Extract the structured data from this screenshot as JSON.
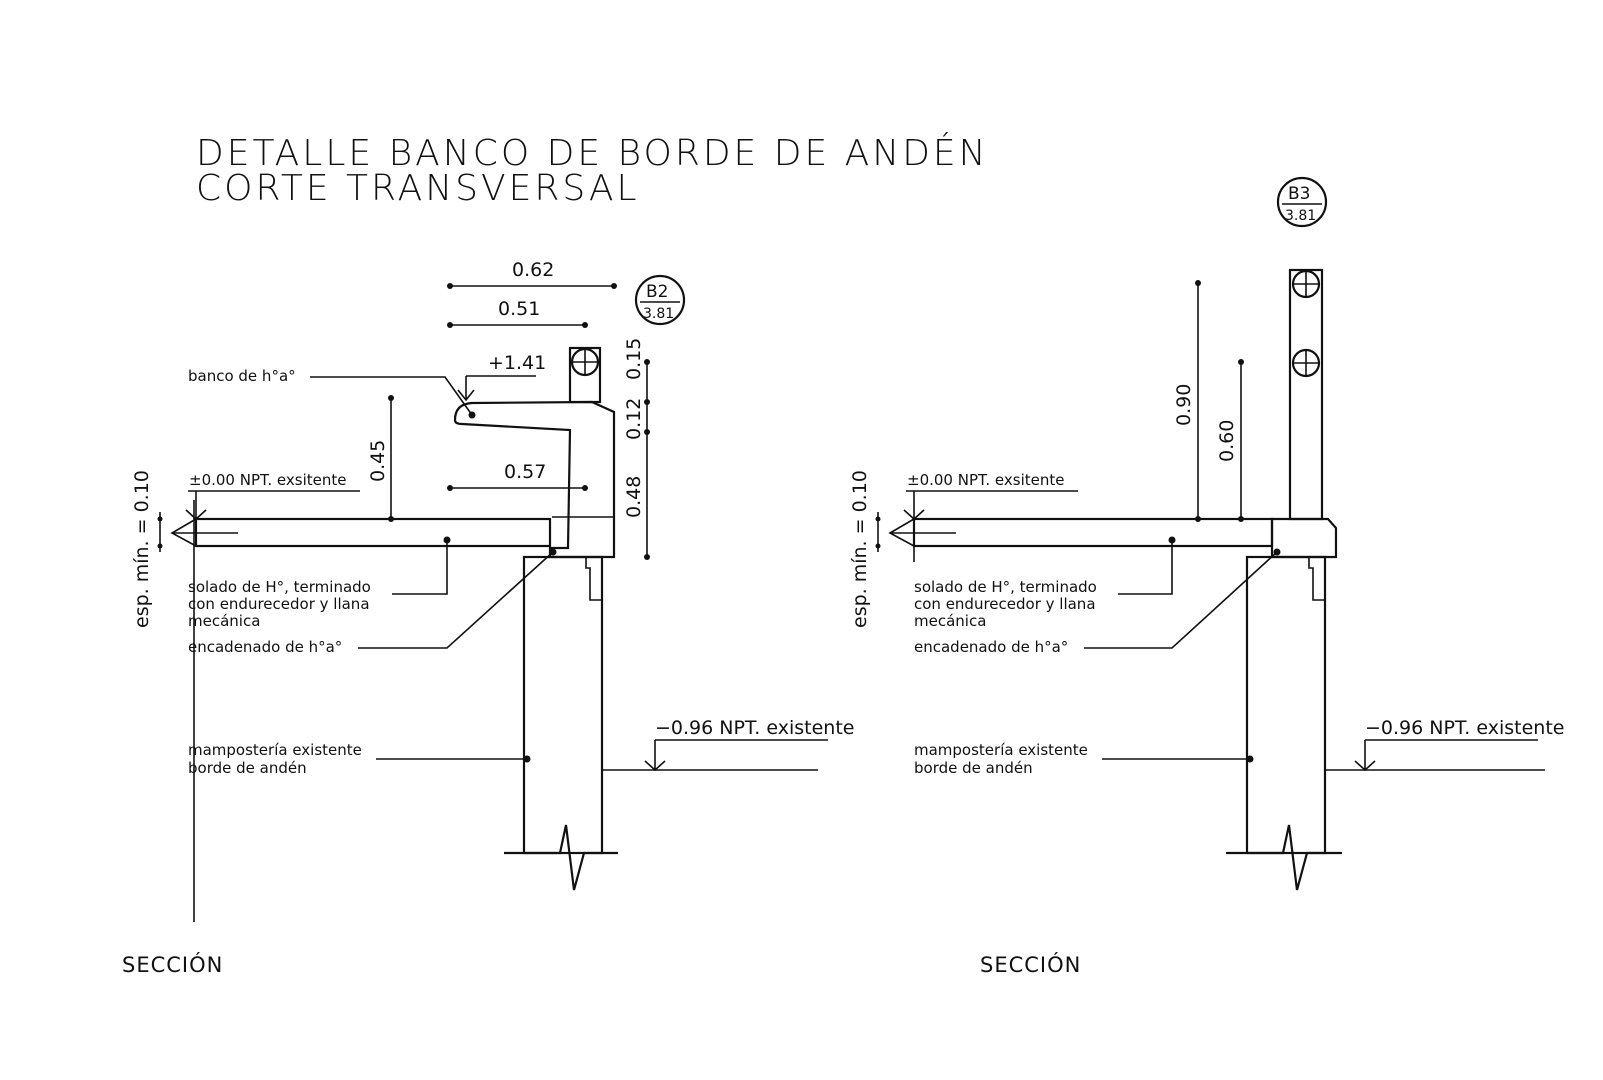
{
  "title": {
    "line1": "DETALLE BANCO DE BORDE DE ANDÉN",
    "line2": "CORTE TRANSVERSAL"
  },
  "left_section": {
    "ref_top": "B2",
    "ref_bottom": "3.81",
    "dim_062": "0.62",
    "dim_051": "0.51",
    "dim_057": "0.57",
    "dim_045": "0.45",
    "dim_015": "0.15",
    "dim_012": "0.12",
    "dim_048": "0.48",
    "level_top": "+1.41",
    "label_banco": "banco de h°a°",
    "level_zero": "±0.00 NPT. exsitente",
    "esp_min": "esp. mín. = 0.10",
    "label_solado_1": "solado de H°, terminado",
    "label_solado_2": "con endurecedor y llana",
    "label_solado_3": "mecánica",
    "label_encadenado": "encadenado de h°a°",
    "level_bottom": "−0.96 NPT. existente",
    "label_mamposteria_1": "mampostería existente",
    "label_mamposteria_2": "borde de andén",
    "caption": "SECCIÓN"
  },
  "right_section": {
    "ref_top": "B3",
    "ref_bottom": "3.81",
    "dim_090": "0.90",
    "dim_060": "0.60",
    "level_zero": "±0.00 NPT. exsitente",
    "esp_min": "esp. mín. = 0.10",
    "label_solado_1": "solado de H°, terminado",
    "label_solado_2": "con endurecedor y llana",
    "label_solado_3": "mecánica",
    "label_encadenado": "encadenado de h°a°",
    "level_bottom": "−0.96 NPT. existente",
    "label_mamposteria_1": "mampostería existente",
    "label_mamposteria_2": "borde de andén",
    "caption": "SECCIÓN"
  }
}
